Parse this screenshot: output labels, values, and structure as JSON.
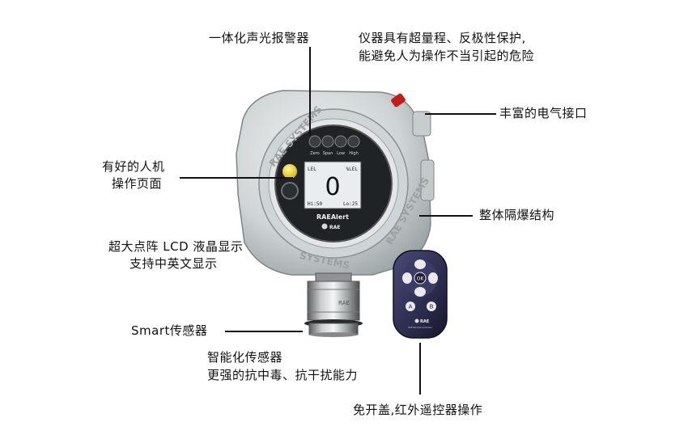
{
  "callouts": {
    "alarm": "一体化声光报警器",
    "protect_line1": "仪器具有超量程、反极性保护,",
    "protect_line2": "能避免人为操作不当引起的危险",
    "interface": "丰富的电气接口",
    "hmi_line1": "有好的人机",
    "hmi_line2": "操作页面",
    "explosion": "整体隔爆结构",
    "lcd_line1": "超大点阵 LCD 液晶显示",
    "lcd_line2": "支持中英文显示",
    "sensor": "Smart传感器",
    "smart_line1": "智能化传感器",
    "smart_line2": "更强的抗中毒、抗干扰能力",
    "remote": "免开盖,红外遥控器操作"
  },
  "device": {
    "housing_text_top": "RAE SYSTEMS",
    "housing_text_bottom": "SYSTEMS",
    "housing_text_right": "RAE SYSTEMS",
    "brand": "RAEAlert",
    "logo": "RAE",
    "buttons": [
      "Zero",
      "Span",
      "Low",
      "High"
    ],
    "lcd": {
      "left_label": "LEL",
      "right_label": "%LEL",
      "value": "0",
      "hi": "Hi:50",
      "lo": "Lo:25"
    },
    "sensor_mark": "RAE"
  },
  "remote": {
    "ok": "OK",
    "a": "A",
    "b": "B",
    "logo": "RAE",
    "caption": "RAE Remote Controller"
  },
  "colors": {
    "housing": "#d8dcdc",
    "housing_shade": "#9aa0a2",
    "remote_body": "#2a2a55",
    "indicator_yellow": "#f2d21a",
    "lcd_bg": "#e9edf0"
  }
}
